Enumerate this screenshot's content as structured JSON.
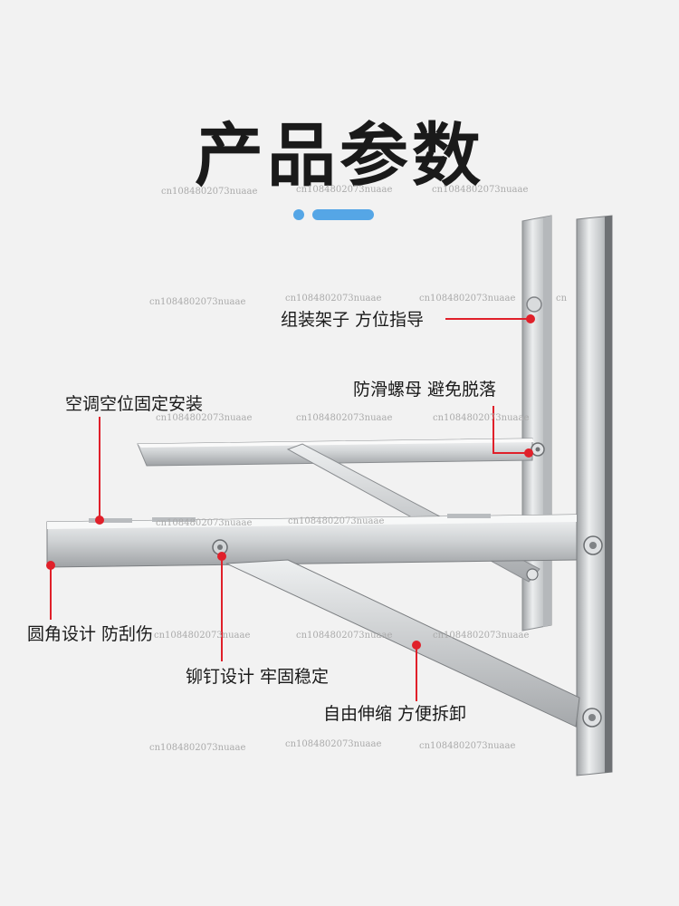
{
  "header": {
    "title": "产品参数"
  },
  "callouts": {
    "frame_guide": "组装架子 方位指导",
    "anti_slip_nut": "防滑螺母 避免脱落",
    "ac_mount": "空调空位固定安装",
    "rounded_corner": "圆角设计 防刮伤",
    "rivet": "铆钉设计 牢固稳定",
    "telescopic": "自由伸缩 方便拆卸"
  },
  "watermark": {
    "text": "cn1084802073nuaae",
    "partial": "cn"
  },
  "colors": {
    "accent_blue": "#55a6e6",
    "marker_red": "#e0202a",
    "steel": "#c9cbcd"
  },
  "icons": [
    "product-photo",
    "marker-dot"
  ]
}
